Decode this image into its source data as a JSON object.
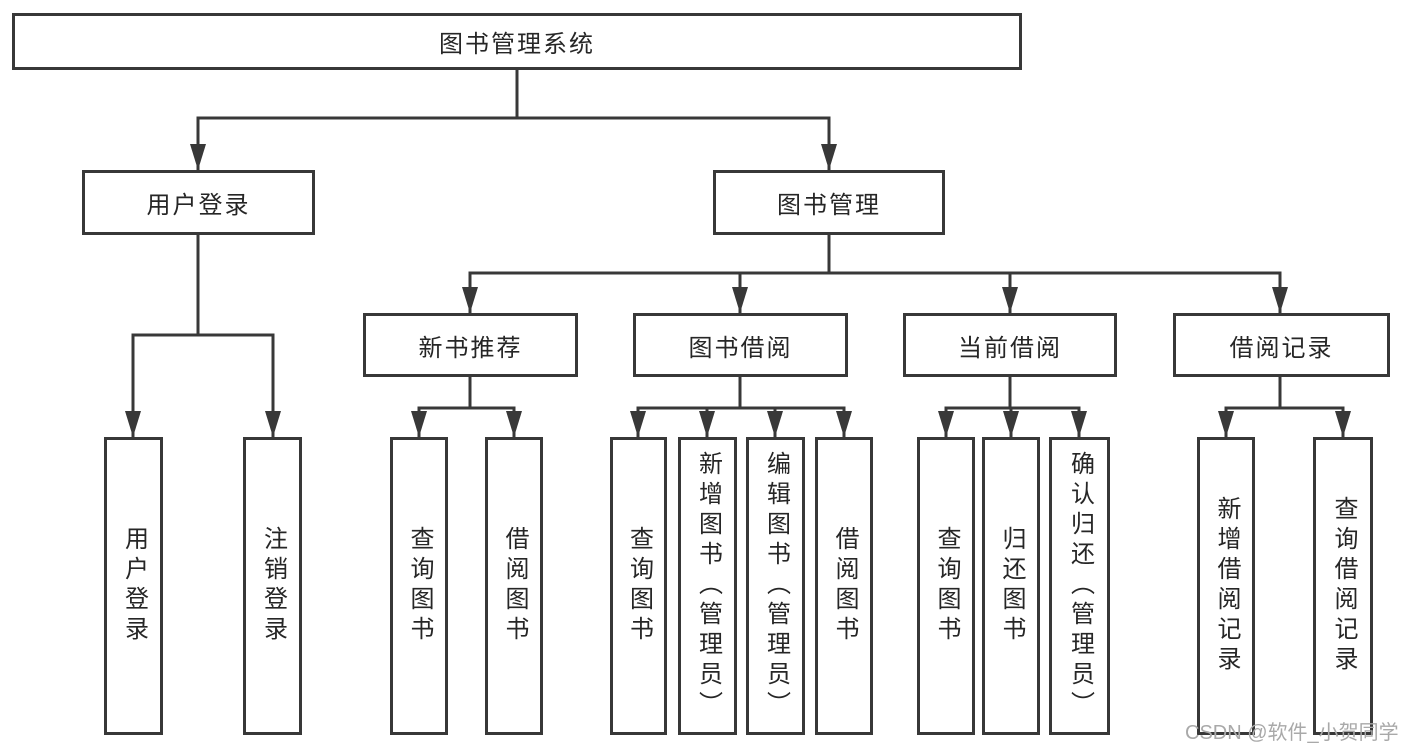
{
  "diagram": {
    "root": {
      "label": "图书管理系统"
    },
    "branches": [
      {
        "label": "用户登录",
        "children": [
          {
            "label": "用户登录"
          },
          {
            "label": "注销登录"
          }
        ]
      },
      {
        "label": "图书管理",
        "sections": [
          {
            "label": "新书推荐",
            "children": [
              {
                "label": "查询图书"
              },
              {
                "label": "借阅图书"
              }
            ]
          },
          {
            "label": "图书借阅",
            "children": [
              {
                "label": "查询图书"
              },
              {
                "label": "新增图书（管理员）"
              },
              {
                "label": "编辑图书（管理员）"
              },
              {
                "label": "借阅图书"
              }
            ]
          },
          {
            "label": "当前借阅",
            "children": [
              {
                "label": "查询图书"
              },
              {
                "label": "归还图书"
              },
              {
                "label": "确认归还（管理员）"
              }
            ]
          },
          {
            "label": "借阅记录",
            "children": [
              {
                "label": "新增借阅记录"
              },
              {
                "label": "查询借阅记录"
              }
            ]
          }
        ]
      }
    ]
  },
  "watermark": {
    "text": "CSDN @软件_小贺同学"
  },
  "colors": {
    "line": "#383838",
    "text": "#262626",
    "watermark": "#a9a9a9",
    "background": "#ffffff"
  }
}
